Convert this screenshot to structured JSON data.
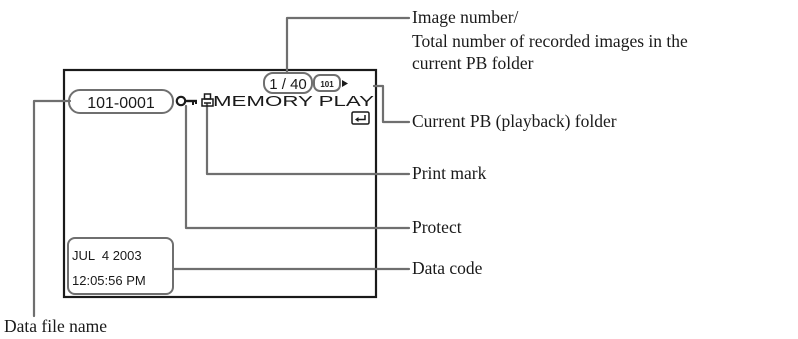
{
  "screen": {
    "counter": "1 / 40",
    "folder_badge": "101",
    "file_name": "101-0001",
    "mode": "MEMORY PLAY",
    "date": "JUL  4 2003",
    "time": "12:05:56 PM",
    "icons": [
      "protect-key-icon",
      "print-mark-icon",
      "folder-icon",
      "return-icon"
    ]
  },
  "callouts": {
    "image_number_1": "Image number/",
    "image_number_2": "Total number of recorded images in the",
    "image_number_3": "current PB folder",
    "current_folder": "Current PB (playback) folder",
    "print_mark": "Print mark",
    "protect": "Protect",
    "data_code": "Data code",
    "data_file_name": "Data file name"
  }
}
